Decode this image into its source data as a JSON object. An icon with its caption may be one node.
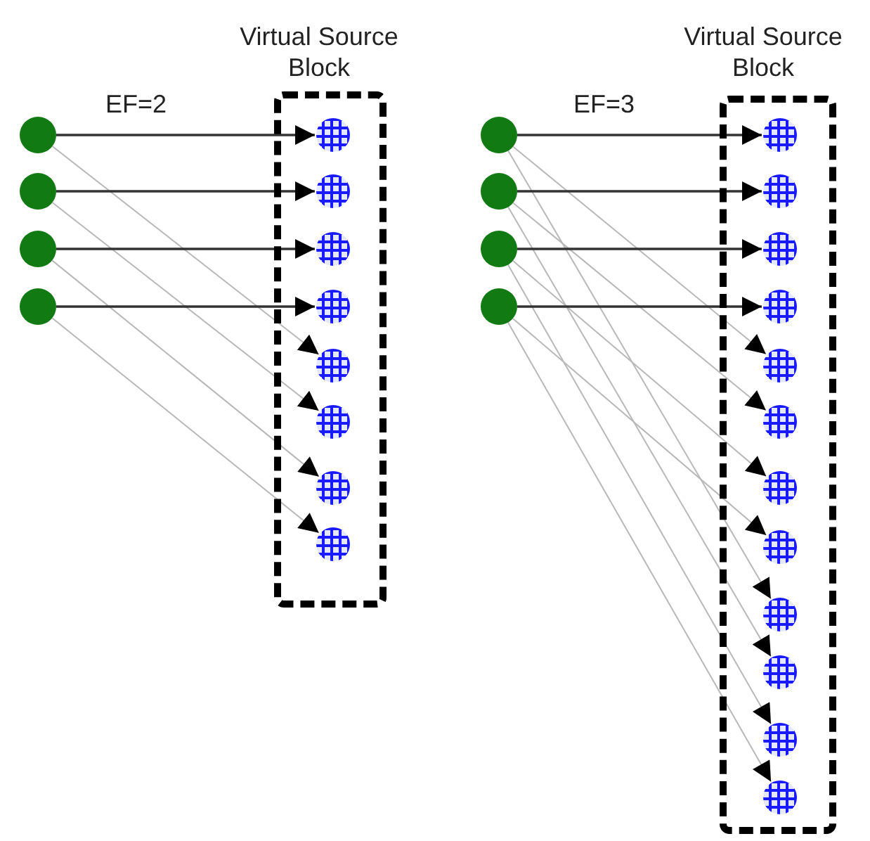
{
  "diagram": {
    "nodes": [
      {
        "text": [
          "Virtual Source Block"
        ]
      },
      {
        "text": [],
        "shape": "circle"
      },
      {
        "text": [],
        "shape": "circle"
      },
      {
        "text": [],
        "shape": "circle"
      },
      {
        "text": [],
        "shape": "circle"
      },
      {
        "text": [],
        "shape": "circle",
        "in": 0
      },
      {
        "text": [],
        "shape": "circle",
        "in": 0
      },
      {
        "text": [],
        "shape": "circle",
        "in": 0
      },
      {
        "text": [],
        "shape": "circle",
        "in": 0
      },
      {
        "text": [],
        "shape": "circle",
        "in": 0
      },
      {
        "text": [],
        "shape": "circle",
        "in": 0
      },
      {
        "text": [],
        "shape": "circle",
        "in": 0
      },
      {
        "text": [],
        "shape": "circle",
        "in": 0
      },
      {
        "text": [
          "Virtual Source Block"
        ]
      },
      {
        "text": [],
        "shape": "circle"
      },
      {
        "text": [],
        "shape": "circle"
      },
      {
        "text": [],
        "shape": "circle"
      },
      {
        "text": [],
        "shape": "circle"
      },
      {
        "text": [],
        "shape": "circle",
        "in": 13
      },
      {
        "text": [],
        "shape": "circle",
        "in": 13
      },
      {
        "text": [],
        "shape": "circle",
        "in": 13
      },
      {
        "text": [],
        "shape": "circle",
        "in": 13
      },
      {
        "text": [],
        "shape": "circle",
        "in": 13
      },
      {
        "text": [],
        "shape": "circle",
        "in": 13
      },
      {
        "text": [],
        "shape": "circle",
        "in": 13
      },
      {
        "text": [],
        "shape": "circle",
        "in": 13
      },
      {
        "text": [],
        "shape": "circle",
        "in": 13
      },
      {
        "text": [],
        "shape": "circle",
        "in": 13
      },
      {
        "text": [],
        "shape": "circle",
        "in": 13
      },
      {
        "text": [],
        "shape": "circle",
        "in": 13
      }
    ],
    "edges": [
      {
        "from": 1,
        "to": 5,
        "arrow": "to",
        "color": "#333333"
      },
      {
        "from": 1,
        "to": 9,
        "arrow": "to"
      },
      {
        "from": 2,
        "to": 6,
        "arrow": "to",
        "color": "#333333"
      },
      {
        "from": 2,
        "to": 10,
        "arrow": "to"
      },
      {
        "from": 3,
        "to": 7,
        "arrow": "to",
        "color": "#333333"
      },
      {
        "from": 3,
        "to": 11,
        "arrow": "to"
      },
      {
        "from": 4,
        "to": 8,
        "arrow": "to",
        "color": "#333333"
      },
      {
        "from": 4,
        "to": 12,
        "arrow": "to"
      },
      {
        "from": 14,
        "to": 18,
        "arrow": "to",
        "color": "#333333"
      },
      {
        "from": 14,
        "to": 22,
        "arrow": "to"
      },
      {
        "from": 14,
        "to": 26,
        "arrow": "to"
      },
      {
        "from": 15,
        "to": 19,
        "arrow": "to",
        "color": "#333333"
      },
      {
        "from": 15,
        "to": 23,
        "arrow": "to"
      },
      {
        "from": 15,
        "to": 27,
        "arrow": "to"
      },
      {
        "from": 16,
        "to": 20,
        "arrow": "to",
        "color": "#333333"
      },
      {
        "from": 16,
        "to": 24,
        "arrow": "to"
      },
      {
        "from": 16,
        "to": 28,
        "arrow": "to"
      },
      {
        "from": 17,
        "to": 21,
        "arrow": "to",
        "color": "#333333"
      },
      {
        "from": 17,
        "to": 25,
        "arrow": "to"
      },
      {
        "from": 17,
        "to": 29,
        "arrow": "to"
      }
    ],
    "labels": [
      "EF=2",
      "EF=3"
    ]
  }
}
